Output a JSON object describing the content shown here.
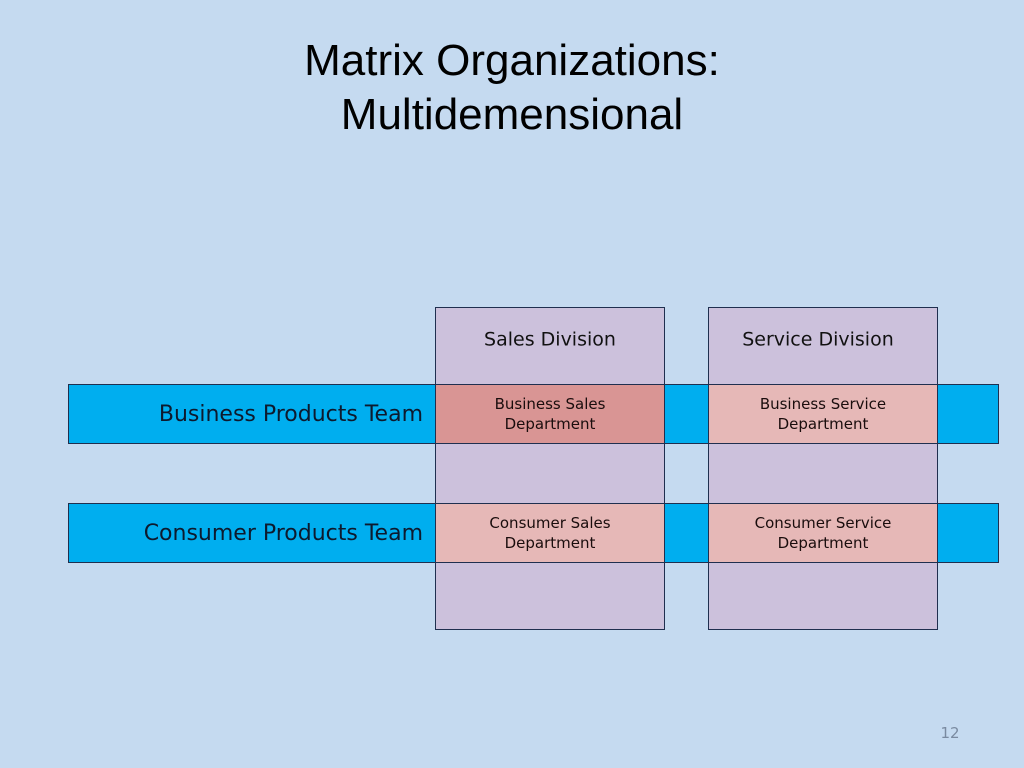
{
  "slide": {
    "title_line1": "Matrix Organizations:",
    "title_line2": "Multidemensional",
    "page_number": "12"
  },
  "divisions": [
    {
      "label": "Sales Division"
    },
    {
      "label": "Service Division"
    }
  ],
  "teams": [
    {
      "label": "Business Products Team",
      "cells": [
        "Business Sales\nDepartment",
        "Business Service\nDepartment"
      ]
    },
    {
      "label": "Consumer Products Team",
      "cells": [
        "Consumer Sales\nDepartment",
        "Consumer Service\nDepartment"
      ]
    }
  ],
  "cells": {
    "business_sales_l1": "Business Sales",
    "business_sales_l2": "Department",
    "business_service_l1": "Business Service",
    "business_service_l2": "Department",
    "consumer_sales_l1": "Consumer Sales",
    "consumer_sales_l2": "Department",
    "consumer_service_l1": "Consumer Service",
    "consumer_service_l2": "Department"
  },
  "colors": {
    "background": "#c5daf0",
    "division_fill": "#ccc1dc",
    "team_fill": "#00aeef",
    "department_fill": "#e6b8b7",
    "highlight_department_fill": "#d99594"
  }
}
